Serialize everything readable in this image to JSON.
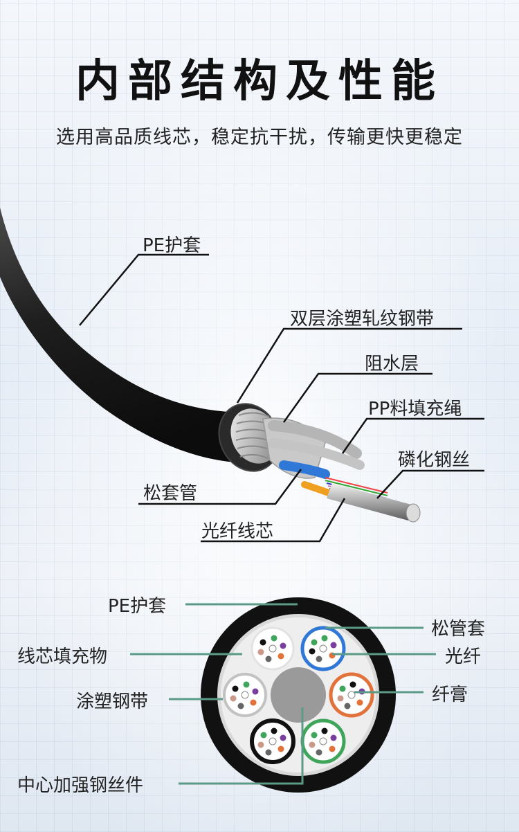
{
  "title": "内部结构及性能",
  "subtitle": "选用高品质线芯，稳定抗干扰，传输更快更稳定",
  "cable_labels": {
    "pe_jacket": "PE护套",
    "steel_tape": "双层涂塑轧纹钢带",
    "water_block": "阻水层",
    "pp_filler": "PP料填充绳",
    "phosphated_wire": "磷化钢丝",
    "loose_tube": "松套管",
    "fiber_core": "光纤线芯"
  },
  "cross_section_labels": {
    "pe_jacket": "PE护套",
    "core_filler": "线芯填充物",
    "coated_tape": "涂塑钢带",
    "center_member": "中心加强钢丝件",
    "loose_tube": "松管套",
    "fiber": "光纤",
    "fiber_gel": "纤膏"
  },
  "colors": {
    "leader_line_top": "#111111",
    "leader_line_bottom": "#5a9a86",
    "jacket": "#1a1a1a",
    "tube_white": "#ffffff",
    "tube_blue": "#2f78d8",
    "tube_orange": "#e2723a",
    "tube_green": "#3ea55a",
    "tube_black": "#111111",
    "tube_gray": "#bdbdbd",
    "center_member": "#9a9a9a"
  }
}
